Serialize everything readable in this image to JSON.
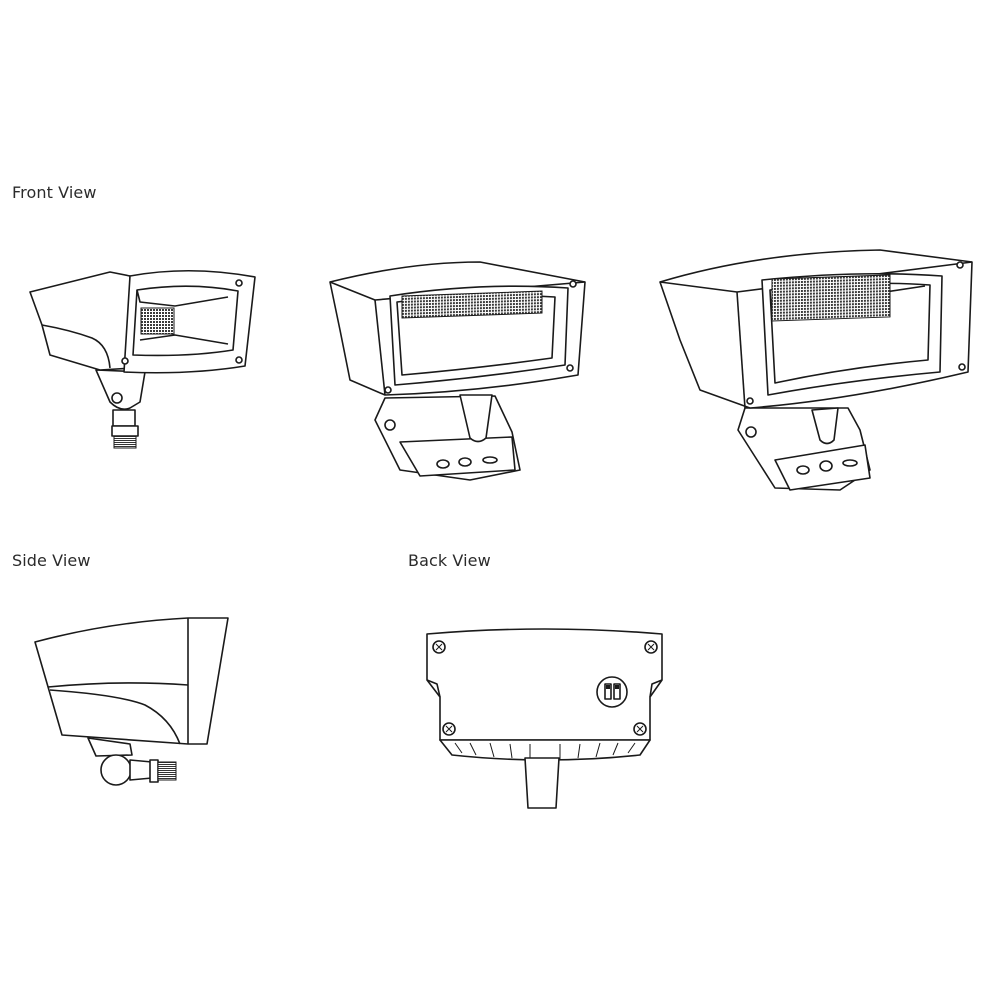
{
  "labels": {
    "front_view": "Front View",
    "side_view": "Side View",
    "back_view": "Back View"
  },
  "views": [
    {
      "id": "front-small",
      "group": "Front View",
      "description": "Small flood light with knuckle mount"
    },
    {
      "id": "front-medium",
      "group": "Front View",
      "description": "Medium flood light with trunnion/yoke box mount"
    },
    {
      "id": "front-large",
      "group": "Front View",
      "description": "Large flood light with trunnion/yoke box mount"
    },
    {
      "id": "side",
      "group": "Side View",
      "description": "Side profile with knuckle and threaded nipple"
    },
    {
      "id": "back",
      "group": "Back View",
      "description": "Back plate with four screws, dual DIP switch and mount"
    }
  ],
  "colors": {
    "line": "#1a1a1a",
    "background": "#ffffff",
    "text": "#2b2b2b"
  }
}
